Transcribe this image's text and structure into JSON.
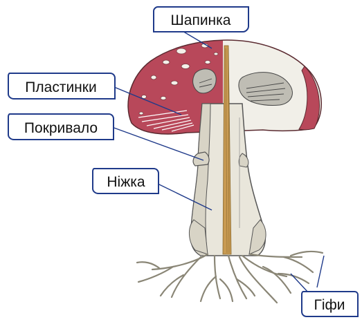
{
  "labels": {
    "cap": "Шапинка",
    "gills": "Пластинки",
    "ring": "Покривало",
    "stem": "Ніжка",
    "hyphae": "Гіфи"
  }
}
